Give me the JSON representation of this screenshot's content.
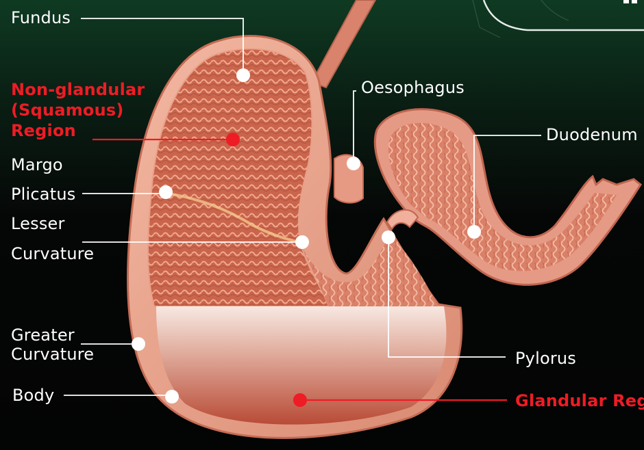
{
  "labels": {
    "fundus": "Fundus",
    "non_glandular_line1": "Non-glandular",
    "non_glandular_line2": "(Squamous)",
    "non_glandular_line3": "Region",
    "margo": "Margo",
    "plicatus": "Plicatus",
    "lesser": "Lesser",
    "curvature_lesser": "Curvature",
    "greater": "Greater",
    "curvature_greater": "Curvature",
    "body": "Body",
    "oesophagus": "Oesophagus",
    "duodenum": "Duodenum",
    "pylorus": "Pylorus",
    "glandular": "Glandular Reg"
  },
  "colors": {
    "highlight_red": "#ee1c25",
    "label_white": "#ffffff",
    "tissue_pink": "#e8a28c",
    "tissue_deep": "#c0563f"
  }
}
